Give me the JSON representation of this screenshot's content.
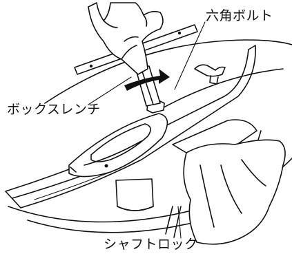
{
  "labels": {
    "hex_bolt": "六角ボルト",
    "box_wrench": "ボックスレンチ",
    "shaft_lock": "シャフトロック"
  },
  "colors": {
    "ink": "#111111",
    "paper": "#ffffff"
  }
}
